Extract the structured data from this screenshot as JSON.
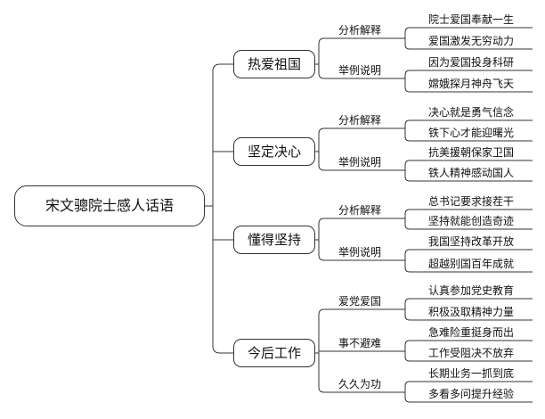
{
  "root": {
    "label": "宋文骢院士感人话语"
  },
  "topics": [
    {
      "label": "热爱祖国",
      "subs": [
        {
          "label": "分析解释",
          "leaves": [
            "院士爱国奉献一生",
            "爱国激发无穷动力"
          ]
        },
        {
          "label": "举例说明",
          "leaves": [
            "因为爱国投身科研",
            "嫦娥探月神舟飞天"
          ]
        }
      ]
    },
    {
      "label": "坚定决心",
      "subs": [
        {
          "label": "分析解释",
          "leaves": [
            "决心就是勇气信念",
            "铁下心才能迎曙光"
          ]
        },
        {
          "label": "举例说明",
          "leaves": [
            "抗美援朝保家卫国",
            "铁人精神感动国人"
          ]
        }
      ]
    },
    {
      "label": "懂得坚持",
      "subs": [
        {
          "label": "分析解释",
          "leaves": [
            "总书记要求接茬干",
            "坚持就能创造奇迹"
          ]
        },
        {
          "label": "举例说明",
          "leaves": [
            "我国坚持改革开放",
            "超越别国百年成就"
          ]
        }
      ]
    },
    {
      "label": "今后工作",
      "subs": [
        {
          "label": "爱党爱国",
          "leaves": [
            "认真参加党史教育",
            "积极汲取精神力量"
          ]
        },
        {
          "label": "事不避难",
          "leaves": [
            "急难险重挺身而出",
            "工作受阻决不放弃"
          ]
        },
        {
          "label": "久久为功",
          "leaves": [
            "长期业务一抓到底",
            "多看多问提升经验"
          ]
        }
      ]
    }
  ]
}
